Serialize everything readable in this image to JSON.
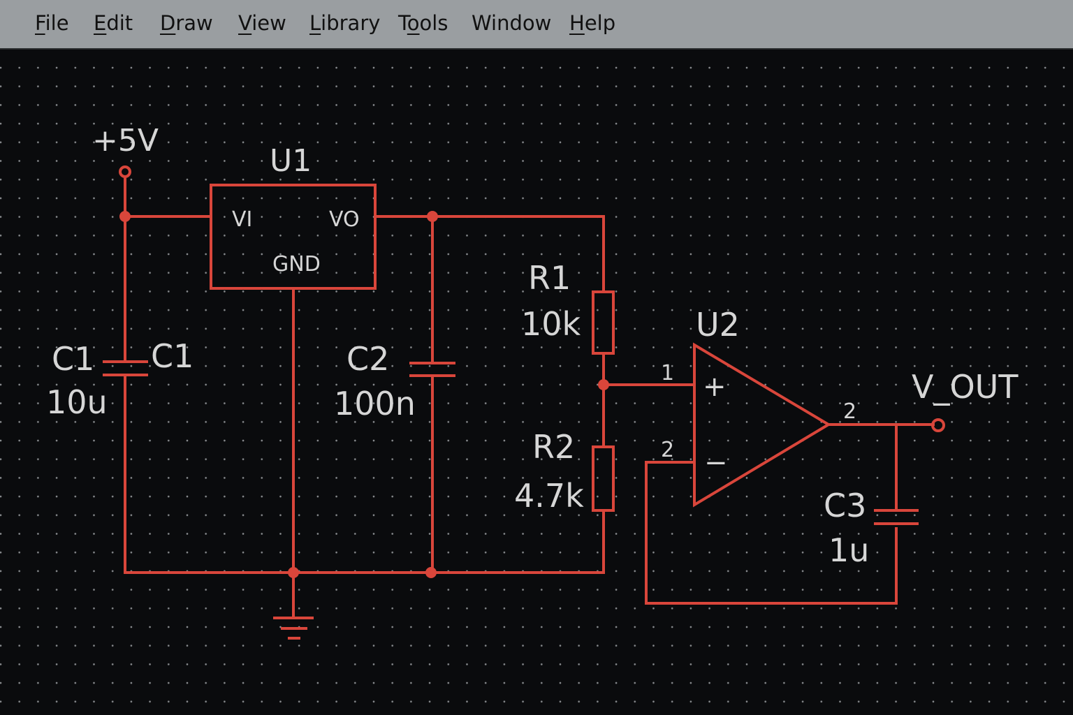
{
  "menu": {
    "items": [
      {
        "label": "File",
        "mnemonic": "F"
      },
      {
        "label": "Edit",
        "mnemonic": "E"
      },
      {
        "label": "Draw",
        "mnemonic": "D"
      },
      {
        "label": "View",
        "mnemonic": "V"
      },
      {
        "label": "Library",
        "mnemonic": "L"
      },
      {
        "label": "Tools",
        "mnemonic": "o"
      },
      {
        "label": "Window",
        "mnemonic": ""
      },
      {
        "label": "Help",
        "mnemonic": "H"
      }
    ]
  },
  "colors": {
    "wire": "#d9463b",
    "background": "#0a0b0d",
    "grid_dot": "#8a8d90",
    "label": "#d6d6d6",
    "menubar": "#9a9ea1"
  },
  "schematic": {
    "power": {
      "label": "+5V"
    },
    "output": {
      "label": "V_OUT"
    },
    "u1": {
      "ref": "U1",
      "pin_in": "VI",
      "pin_out": "VO",
      "pin_gnd": "GND"
    },
    "u2": {
      "ref": "U2",
      "plus": "+",
      "minus": "−",
      "pin_plus_num": "1",
      "pin_minus_num": "2",
      "pin_out_num": "2"
    },
    "c1": {
      "ref": "C1",
      "ref_dup": "C1",
      "value": "10u"
    },
    "c2": {
      "ref": "C2",
      "value": "100n"
    },
    "c3": {
      "ref": "C3",
      "value": "1u"
    },
    "r1": {
      "ref": "R1",
      "value": "10k"
    },
    "r2": {
      "ref": "R2",
      "value": "4.7k"
    }
  }
}
